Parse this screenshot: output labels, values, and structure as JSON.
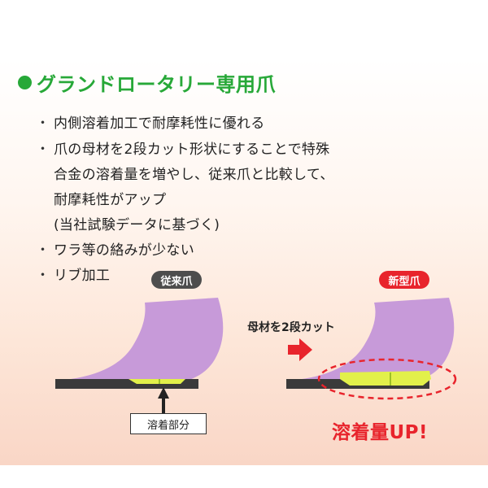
{
  "colors": {
    "title_green": "#27a838",
    "accent_red": "#e8242c",
    "pill_dark": "#4d4d4d",
    "claw_purple": "#c79ad9",
    "weld_yellow": "#e2f04a",
    "base_dark": "#3a3a3a"
  },
  "title": "グランドロータリー専用爪",
  "bullets": [
    {
      "lines": [
        "内側溶着加工で耐摩耗性に優れる"
      ]
    },
    {
      "lines": [
        "爪の母材を2段カット形状にすることで特殊",
        "合金の溶着量を増やし、従来爪と比較して、",
        "耐摩耗性がアップ",
        "(当社試験データに基づく)"
      ]
    },
    {
      "lines": [
        "ワラ等の絡みが少ない"
      ]
    },
    {
      "lines": [
        "リブ加工"
      ]
    }
  ],
  "bullet_marker": "・",
  "diagram": {
    "old_label": "従来爪",
    "new_label": "新型爪",
    "cut_caption": "母材を2段カット",
    "weld_label": "溶着部分",
    "up_text": "溶着量UP!",
    "icons": [
      "right-arrow-icon",
      "up-arrow-icon"
    ]
  }
}
